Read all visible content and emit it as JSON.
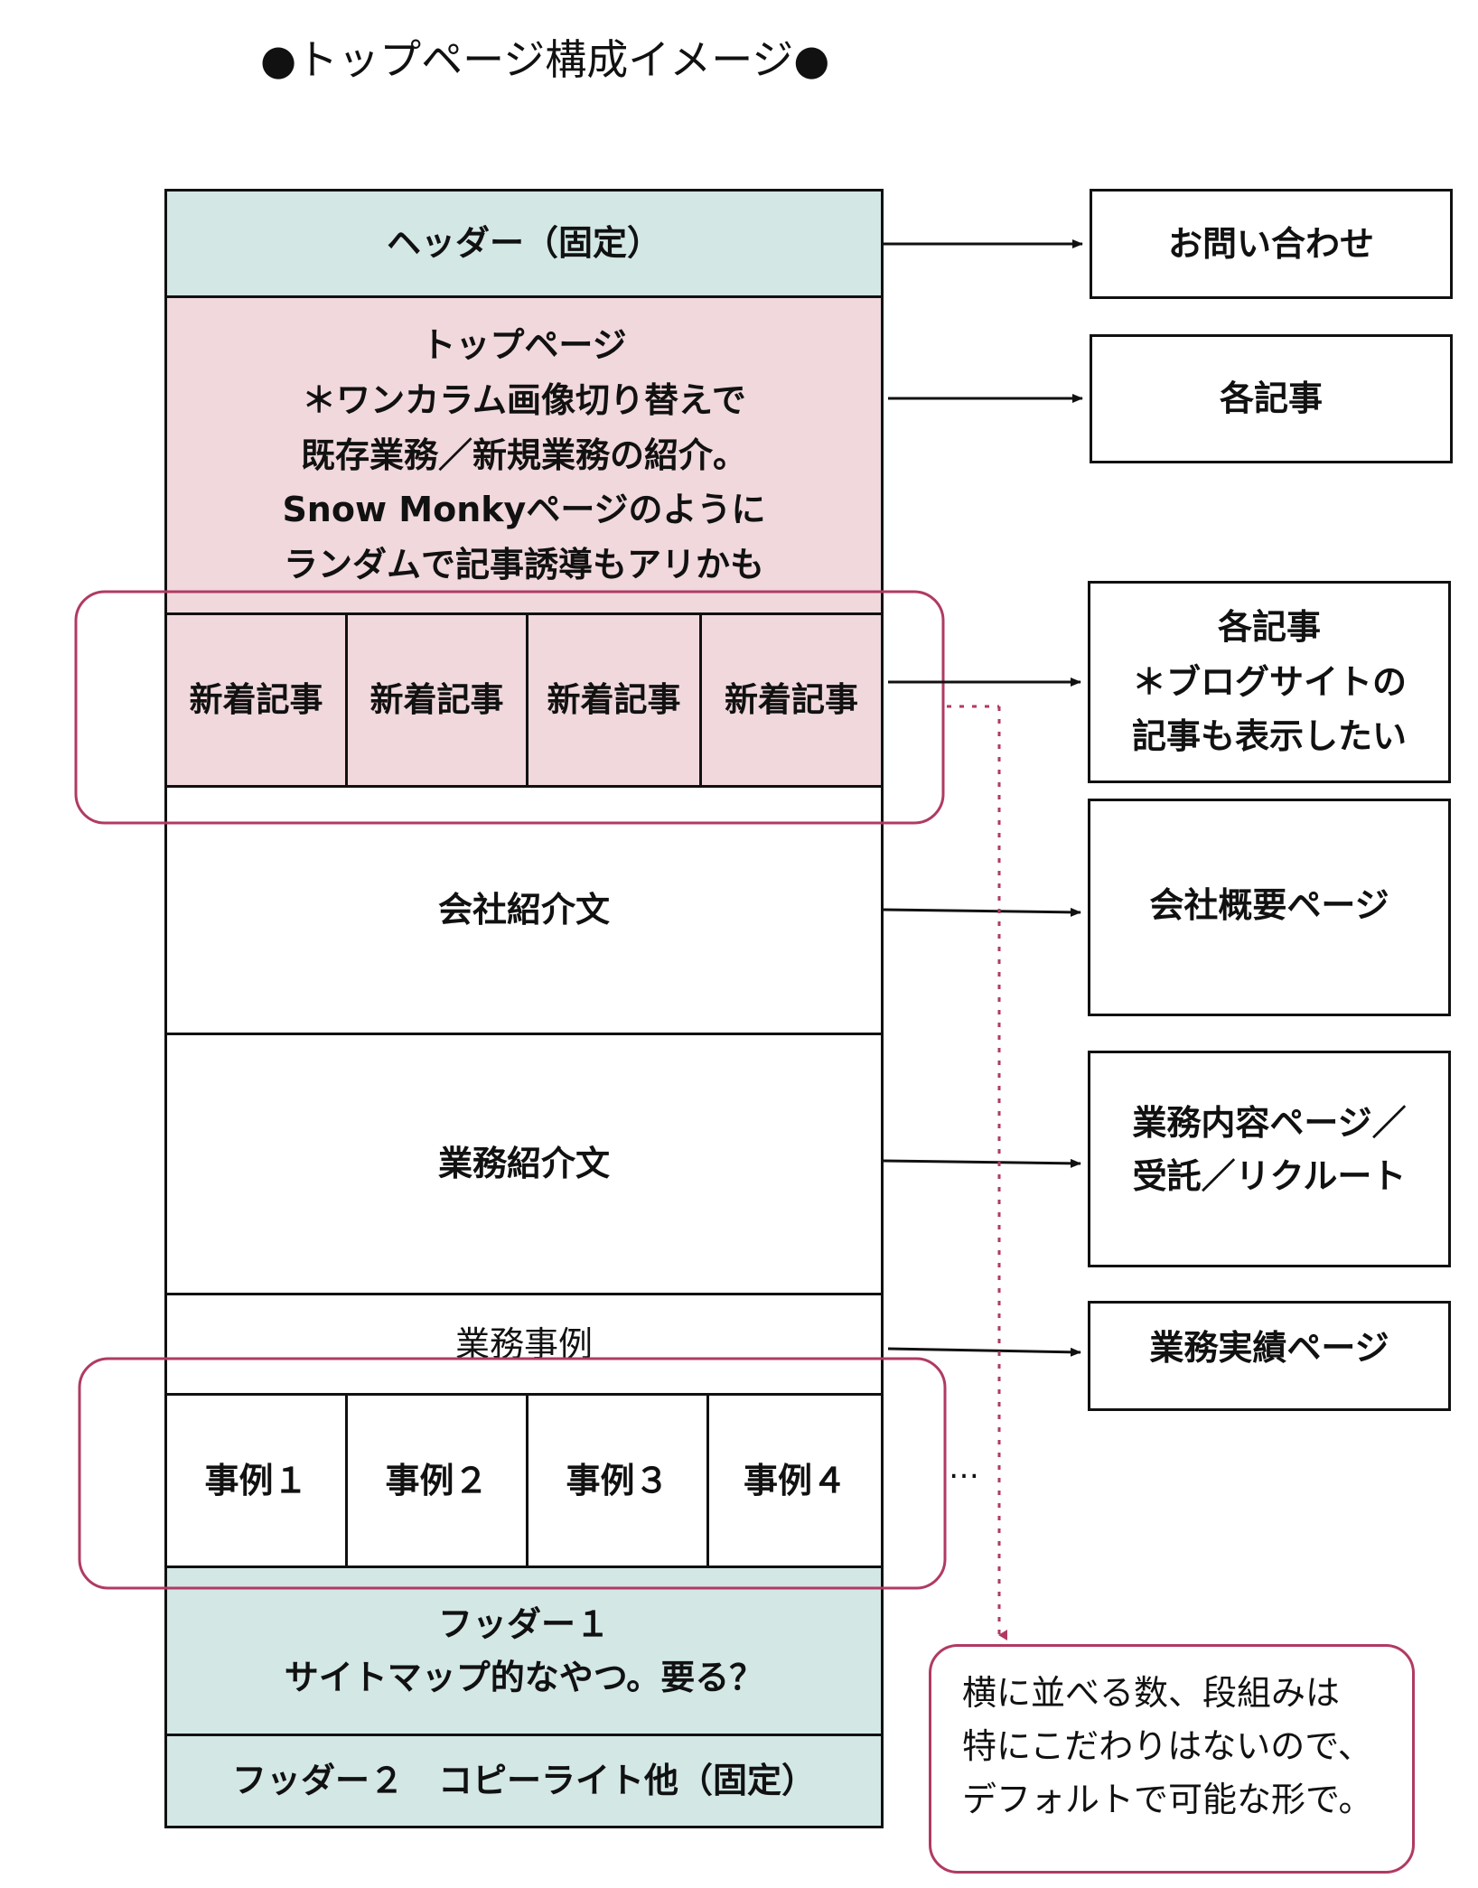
{
  "title": "●トップページ構成イメージ●",
  "page": {
    "header": "ヘッダー（固定）",
    "top": [
      "トップページ",
      "＊ワンカラム画像切り替えで",
      "既存業務／新規業務の紹介。",
      "Snow Monkyページのように",
      "ランダムで記事誘導もアリかも"
    ],
    "news": [
      "新着記事",
      "新着記事",
      "新着記事",
      "新着記事"
    ],
    "company": "会社紹介文",
    "business": "業務紹介文",
    "cases_title": "業務事例",
    "cases": [
      "事例１",
      "事例２",
      "事例３",
      "事例４"
    ],
    "footer1": [
      "フッダー１",
      "サイトマップ的なやつ。要る？"
    ],
    "footer2": "フッダー２　コピーライト他（固定）"
  },
  "links": {
    "contact": "お問い合わせ",
    "articles": "各記事",
    "blog": [
      "各記事",
      "＊ブログサイトの",
      "記事も表示したい"
    ],
    "company_page": "会社概要ページ",
    "business_page": [
      "業務内容ページ／",
      "受託／リクルート"
    ],
    "results_page": "業務実績ページ"
  },
  "ellipsis": "…",
  "note": [
    "横に並べる数、段組みは",
    "特にこだわりはないので、",
    "デフォルトで可能な形で。"
  ],
  "colors": {
    "teal": "#d3e7e5",
    "pink": "#f0d8dd",
    "highlight": "#b03a64"
  }
}
